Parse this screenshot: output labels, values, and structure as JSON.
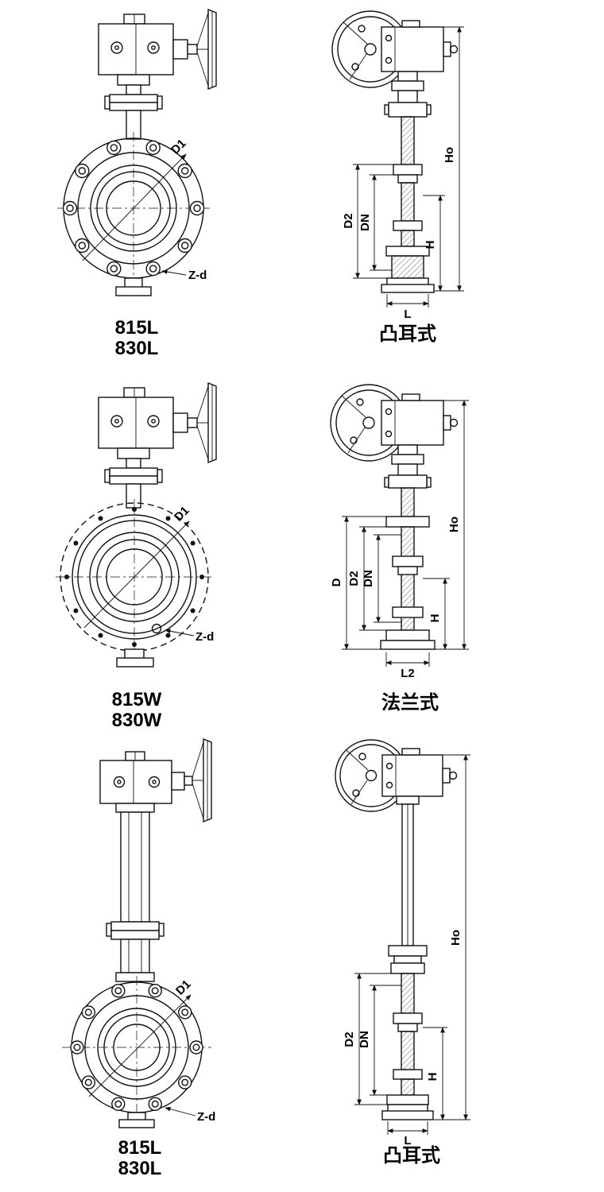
{
  "colors": {
    "line": "#111111",
    "background": "#ffffff"
  },
  "figures": [
    {
      "front_model": [
        "815L",
        "830L"
      ],
      "side_type_label": "凸耳式",
      "labels": {
        "d1": "D1",
        "zd": "Z-d",
        "d2": "D2",
        "dn": "DN",
        "ho": "Ho",
        "h": "H",
        "l": "L"
      }
    },
    {
      "front_model": [
        "815W",
        "830W"
      ],
      "side_type_label": "法兰式",
      "labels": {
        "d1": "D1",
        "zd": "Z-d",
        "d": "D",
        "d2": "D2",
        "dn": "DN",
        "ho": "Ho",
        "h": "H",
        "l2": "L2"
      }
    },
    {
      "front_model": [
        "815L",
        "830L"
      ],
      "side_type_label": "凸耳式",
      "labels": {
        "d1": "D1",
        "zd": "Z-d",
        "d2": "D2",
        "dn": "DN",
        "ho": "Ho",
        "h": "H",
        "l": "L"
      }
    }
  ]
}
